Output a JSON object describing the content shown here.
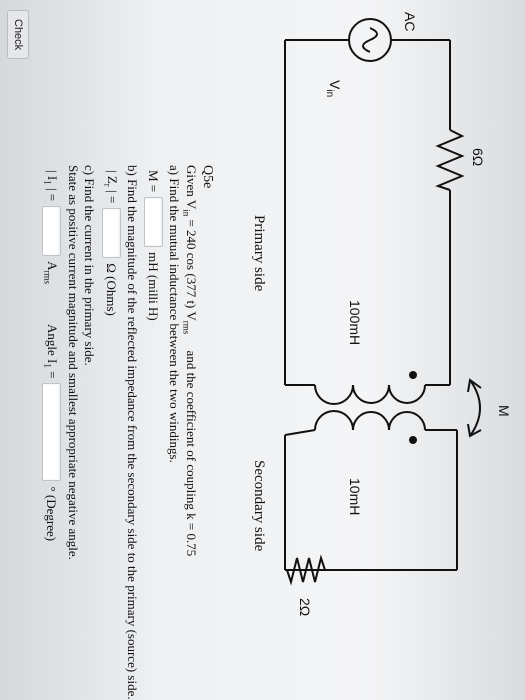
{
  "question": {
    "id": "Q5e",
    "given_prefix": "Given V",
    "given_sub": "in",
    "given_mid": "= 240 cos (377 t) V",
    "given_sub2": "rms",
    "given_suffix": "and the coefficient of coupling k = 0.75"
  },
  "circuit": {
    "source_label": "V",
    "source_sub": "in",
    "ac_label": "AC",
    "r1_label": "6Ω",
    "l1_label": "100mH",
    "l2_label": "10mH",
    "r2_label": "2Ω",
    "mutual_label": "M",
    "primary_label": "Primary side",
    "secondary_label": "Secondary side"
  },
  "part_a": {
    "text": "a) Find the mutual inductance between the two windings.",
    "label": "M =",
    "unit": "mH  (milli H)"
  },
  "part_b": {
    "text": "b) Find the magnitude of the reflected impedance from the secondary side to the primary (source) side.",
    "label": "| Z",
    "label_sub": "r",
    "label_end": " | =",
    "unit": "Ω (Ohms)"
  },
  "part_c": {
    "text1": "c) Find the current in the primary side.",
    "text2": "State as positive current magnitude and smallest appropriate negative angle.",
    "mag_label": "| I",
    "mag_sub": "1",
    "mag_label_end": " | =",
    "mag_unit": "A",
    "mag_unit_sub": "rms",
    "angle_label": "Angle I",
    "angle_sub": "1",
    "angle_label_end": " =",
    "angle_unit": "°  (Degree)"
  },
  "check_label": "Check"
}
